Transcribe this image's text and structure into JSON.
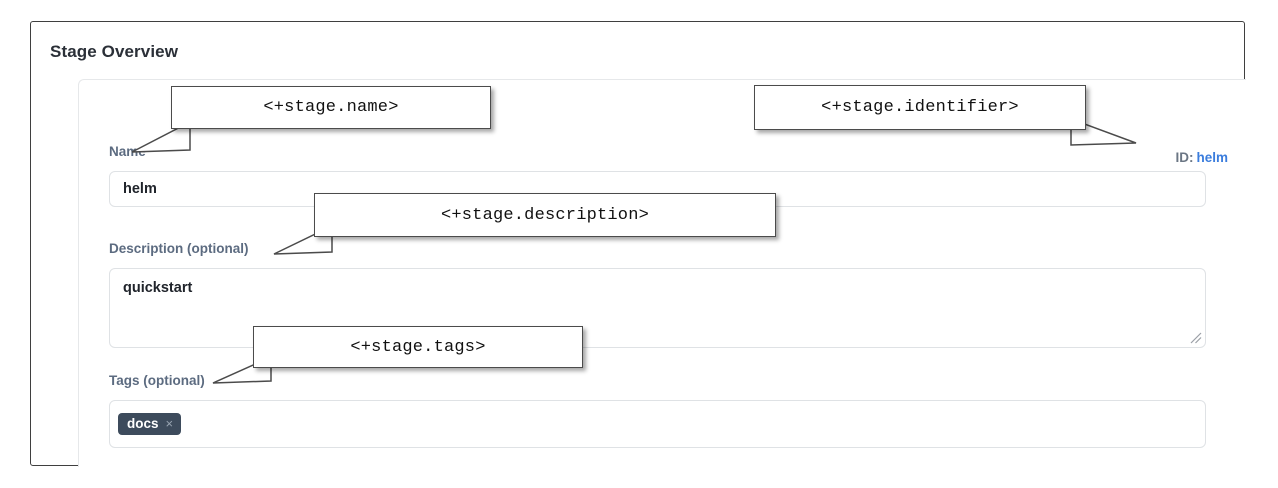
{
  "page": {
    "title": "Stage Overview"
  },
  "form": {
    "name": {
      "label": "Name",
      "value": "helm",
      "placeholder": ""
    },
    "description": {
      "label": "Description (optional)",
      "value": "quickstart",
      "placeholder": ""
    },
    "tags": {
      "label": "Tags (optional)",
      "chips": [
        {
          "text": "docs",
          "remove_icon": "×"
        }
      ],
      "placeholder": ""
    },
    "identifier": {
      "label": "ID:",
      "value": "helm"
    }
  },
  "callouts": [
    {
      "name": "stage-name",
      "text": "<+stage.name>"
    },
    {
      "name": "stage-identifier",
      "text": "<+stage.identifier>"
    },
    {
      "name": "stage-description",
      "text": "<+stage.description>"
    },
    {
      "name": "stage-tags",
      "text": "<+stage.tags>"
    }
  ],
  "colors": {
    "label": "#5c6b80",
    "heading": "#2b3038",
    "link": "#3b7ddd",
    "chip_bg": "#3d4b5c",
    "input_border": "#dfe2e5",
    "frame_border": "#3f3f3f",
    "callout_border": "#4b4b4b"
  },
  "icons": {
    "resize_grip": "textarea-resize-grip",
    "chip_close": "close-icon"
  }
}
